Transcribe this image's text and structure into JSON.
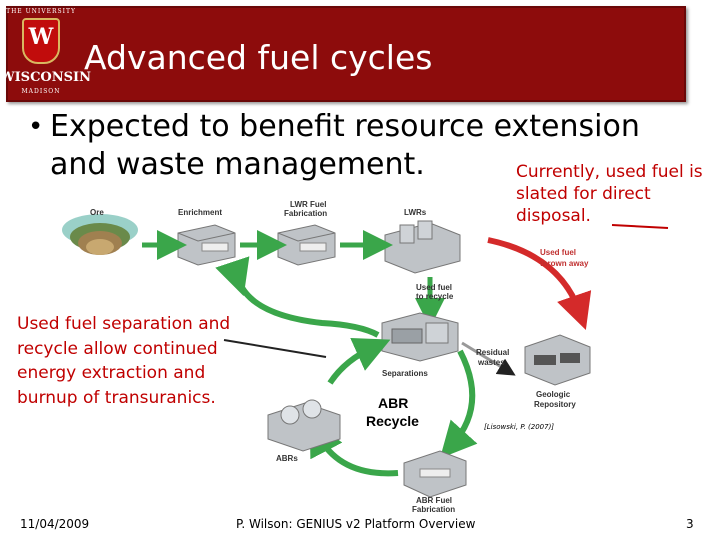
{
  "header": {
    "title": "Advanced fuel cycles",
    "logo": {
      "line1": "THE UNIVERSITY",
      "line2": "WISCONSIN",
      "line3": "MADISON",
      "crest_letter": "W"
    }
  },
  "bullet": {
    "line1": "Expected to benefit resource extension",
    "line2": "and waste management."
  },
  "notes": {
    "right": "Currently, used fuel is slated for direct disposal.",
    "left": "Used fuel separation and recycle allow continued energy extraction and burnup of transuranics."
  },
  "diagram": {
    "ore": "Ore",
    "enrichment": "Enrichment",
    "lwr_fab_1": "LWR Fuel",
    "lwr_fab_2": "Fabrication",
    "lwrs": "LWRs",
    "used_thrown_1": "Used fuel",
    "used_thrown_2": "thrown away",
    "used_recycle_1": "Used fuel",
    "used_recycle_2": "to recycle",
    "residual_1": "Residual",
    "residual_2": "wastes",
    "separations": "Separations",
    "geologic_1": "Geologic",
    "geologic_2": "Repository",
    "abr_1": "ABR",
    "abr_2": "Recycle",
    "abrs": "ABRs",
    "abr_fab_1": "ABR Fuel",
    "abr_fab_2": "Fabrication",
    "citation": "[Lisowski, P. (2007)]"
  },
  "footer": {
    "date": "11/04/2009",
    "center": "P. Wilson: GENIUS v2 Platform Overview",
    "page": "3"
  },
  "colors": {
    "title_bar": "#8d0c0c",
    "note_text": "#c00000",
    "green_arrow": "#3aa64a",
    "red_arrow": "#d42a2a"
  }
}
